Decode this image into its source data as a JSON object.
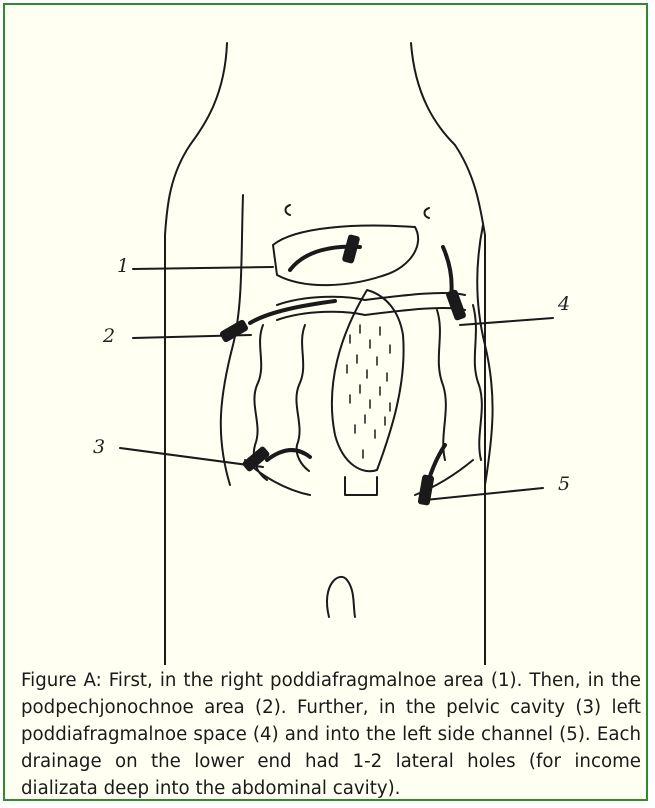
{
  "figure": {
    "callouts": [
      {
        "id": "1",
        "label": "1"
      },
      {
        "id": "2",
        "label": "2"
      },
      {
        "id": "3",
        "label": "3"
      },
      {
        "id": "4",
        "label": "4"
      },
      {
        "id": "5",
        "label": "5"
      }
    ],
    "caption": "Figure A: First, in the right poddiafragmalnoe area (1). Then, in the podpechjonochnoe area (2). Further, in the pelvic cavity (3) left poddiafragmalnoe space (4) and into the left side channel (5). Each drainage on the lower end had 1-2 lateral holes (for income dializata deep into the abdominal cavity).",
    "colors": {
      "border": "#2e8b2e",
      "background": "#fffff2",
      "ink": "#1a1a1a"
    }
  }
}
